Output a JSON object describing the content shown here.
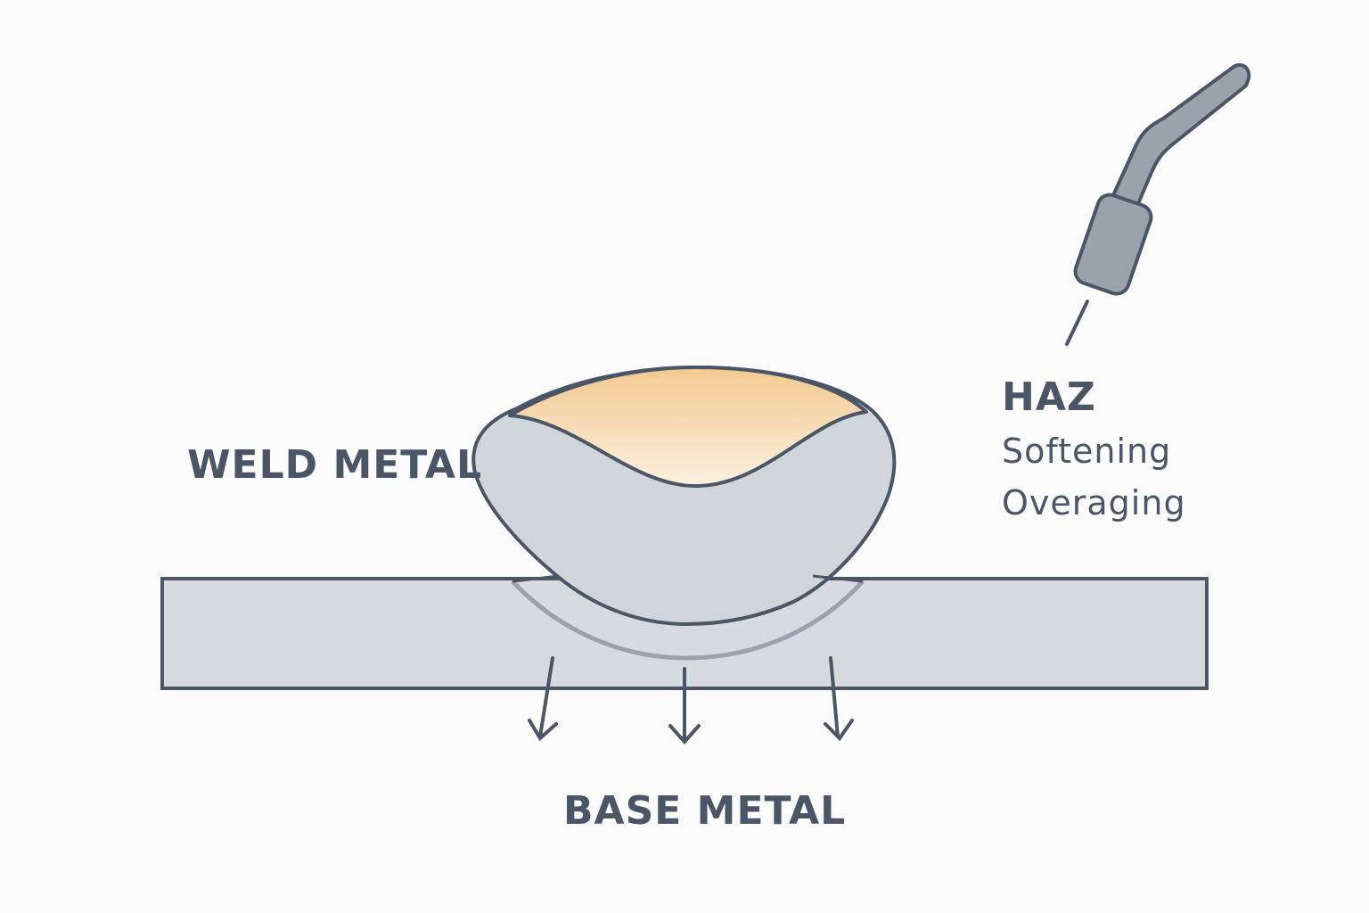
{
  "labels": {
    "weld_metal": "WELD METAL",
    "haz_title": "HAZ",
    "haz_effects": [
      "Softening",
      "Overaging"
    ],
    "base_metal": "BASE METAL"
  },
  "colors": {
    "outline": "#4a5566",
    "text": "#4a5566",
    "plate_fill": "#d7dbe0",
    "weld_fill": "#cfd5db",
    "fusion_zone_top": "#f3c98f",
    "fusion_zone_bottom": "#fbefe0",
    "haz_line": "#9aa3ad",
    "torch_fill": "#9aa3ab",
    "background": "#fbfbfc"
  },
  "icons": {
    "torch": "welding-torch-icon",
    "arrows": "heat-flow-arrow-icon"
  }
}
